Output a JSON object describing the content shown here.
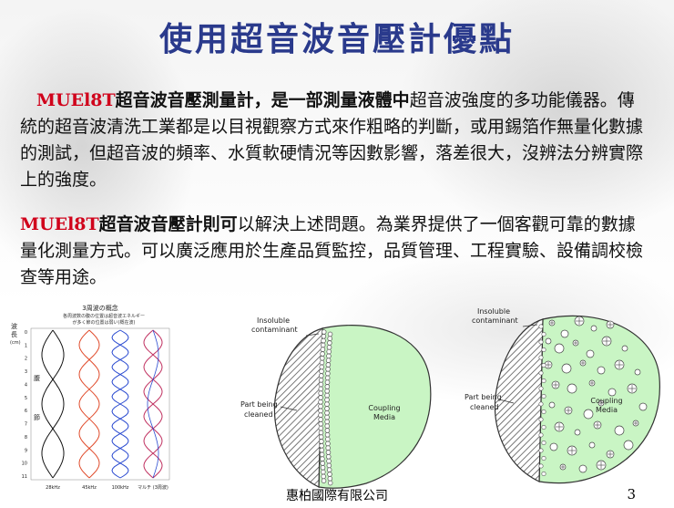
{
  "slide": {
    "title": "使用超音波音壓計優點",
    "p1": {
      "brand": "MUEl8T",
      "bold": "超音波音壓測量計，是一部測量液體中",
      "rest": "超音波強度的多功能儀器。傳統的超音波清洗工業都是以目視觀察方式來作粗略的判斷，或用錫箔作無量化數據的測試，但超音波的頻率、水質軟硬情況等因數影響，落差很大，沒辨法分辨實際上的強度。"
    },
    "p2": {
      "brand": "MUEl8T",
      "bold": "超音波音壓計則可",
      "rest": "以解決上述問題。為業界提供了一個客觀可靠的數據量化測量方式。可以廣泛應用於生產品質監控，品質管理、工程實驗、設備調校檢查等用途。"
    },
    "footer": "惠柏國際有限公司",
    "page_number": "3"
  },
  "figure_wave": {
    "title": "3周波の概念",
    "subtitle_1": "各周波数の腹の位置は超音波エネルギー",
    "subtitle_2": "が多く節の位置は弱い(概在波)",
    "y_label_1": "波",
    "y_label_2": "長",
    "y_unit": "(cm)",
    "antinode_label": "腹",
    "node_label": "節",
    "y_ticks": [
      "0",
      "1",
      "2",
      "3",
      "4",
      "5",
      "6",
      "7",
      "8",
      "9",
      "10",
      "11"
    ],
    "x_labels": [
      "28kHz",
      "45kHz",
      "100kHz",
      "マルチ (3周波)"
    ],
    "colors": {
      "28kHz": "#111111",
      "45kHz": "#e04a2a",
      "100kHz": "#2a4ad0",
      "multi": "#c03060"
    }
  },
  "figure_clean_1": {
    "label_contaminant_1": "Insoluble",
    "label_contaminant_2": "contaminant",
    "label_part_1": "Part being",
    "label_part_2": "cleaned",
    "label_media_1": "Coupling",
    "label_media_2": "Media",
    "media_color": "#c9f5c4"
  },
  "figure_clean_2": {
    "label_contaminant_1": "Insoluble",
    "label_contaminant_2": "contaminant",
    "label_part_1": "Part being",
    "label_part_2": "cleaned",
    "label_media_1": "Coupling",
    "label_media_2": "Media",
    "media_color": "#c9f5c4"
  }
}
